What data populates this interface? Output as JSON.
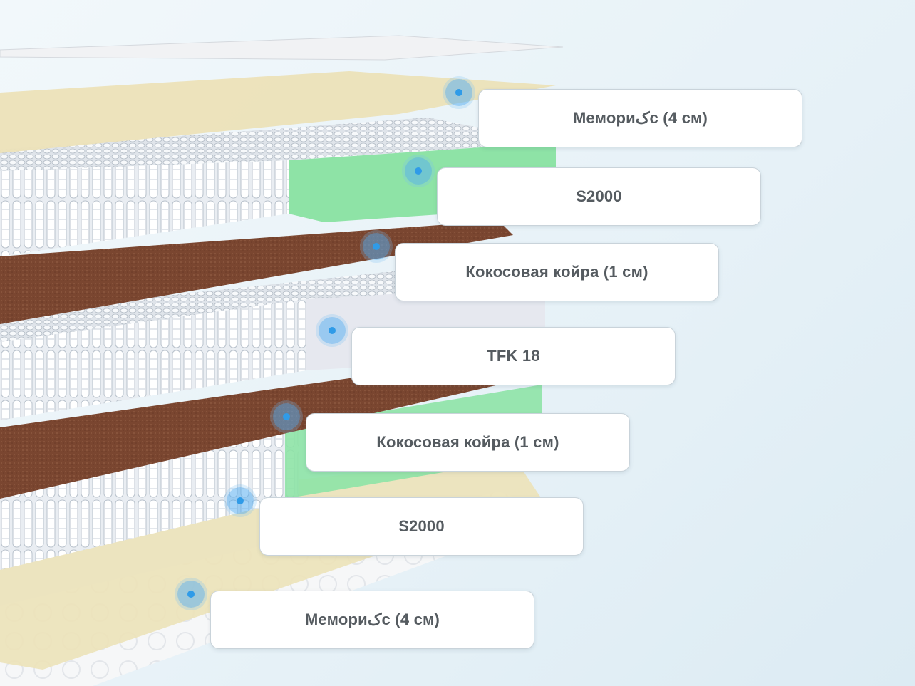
{
  "colors": {
    "memory_foam": "#ece2b8",
    "spring_block": "#eef1f5",
    "latex_green": "#8ee3a6",
    "coconut_coir": "#7a4630",
    "tfk_foam": "#e6e8ef",
    "hotspot": "#2f9be8",
    "label_text": "#555b60"
  },
  "layers": [
    {
      "label": "Мемориکс (4 см)"
    },
    {
      "label": "S2000"
    },
    {
      "label": "Кокосовая койра (1 см)"
    },
    {
      "label": "TFK 18"
    },
    {
      "label": "Кокосовая койра (1 см)"
    },
    {
      "label": "S2000"
    },
    {
      "label": "Мемориکс (4 см)"
    }
  ]
}
